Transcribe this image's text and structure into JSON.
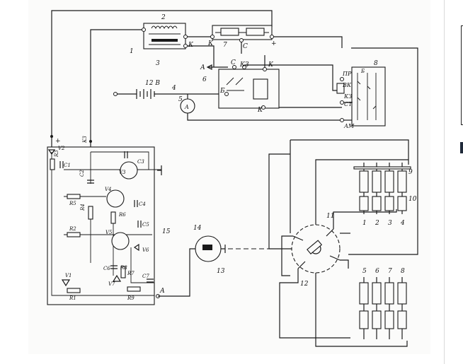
{
  "numbers": {
    "n1": "1",
    "n2": "2",
    "n3": "3",
    "n4": "4",
    "n5": "5",
    "n6": "6",
    "n7": "7",
    "n8": "8",
    "n9": "9",
    "n10": "10",
    "n11": "11",
    "n12": "12",
    "n13": "13",
    "n14": "14",
    "n15": "15"
  },
  "terminals": {
    "k_coil": "К",
    "k_rheo": "К",
    "plus_rheo": "+",
    "c_rheo": "С",
    "a_relay": "А",
    "c_relay": "С",
    "kz_relay": "КЗ",
    "k_relay_top": "К",
    "b_relay": "Б",
    "k_relay_bottom": "К",
    "pr": "ПР",
    "vk": "ВК",
    "kz8": "КЗ",
    "st": "СТ",
    "am": "АМ",
    "b_top": "Б",
    "kz_top": "КЗ",
    "plus_left": "+",
    "a_reg": "А"
  },
  "battery_label": "12 В",
  "ammeter_label": "A",
  "components": {
    "r1": "R1",
    "r2": "R2",
    "r3": "R3",
    "r4": "R4",
    "r5": "R5",
    "r6": "R6",
    "r7": "R7",
    "r8": "R8",
    "r9": "R9",
    "c1": "C1",
    "c2": "C2",
    "c3": "C3",
    "c4": "C4",
    "c5": "C5",
    "c6": "C6",
    "c7": "C7",
    "v1": "V1",
    "v2": "V2",
    "v3": "V3",
    "v4": "V4",
    "v5": "V5",
    "v6": "V6",
    "v7": "V7"
  },
  "cylinders": [
    "1",
    "2",
    "3",
    "4",
    "5",
    "6",
    "7",
    "8"
  ]
}
